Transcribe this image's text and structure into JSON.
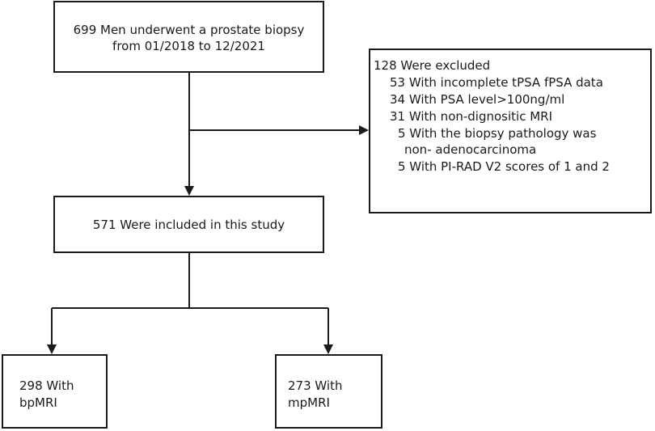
{
  "boxes": {
    "biopsy": {
      "lines": [
        "699 Men underwent a prostate biopsy",
        "from 01/2018 to 12/2021"
      ]
    },
    "excluded": {
      "title": "128 Were excluded",
      "items": [
        "53 With incomplete tPSA fPSA data",
        "34  With PSA level>100ng/ml",
        "31  With non-dignositic MRI",
        "5 With the biopsy pathology  was",
        "non- adenocarcinoma",
        "5 With PI-RAD V2 scores of 1 and 2"
      ]
    },
    "included": {
      "text": "571 Were included in this study"
    },
    "bpmri": {
      "lines": [
        "298 With",
        "bpMRI"
      ]
    },
    "mpmri": {
      "lines": [
        "273 With",
        "mpMRI"
      ]
    }
  }
}
